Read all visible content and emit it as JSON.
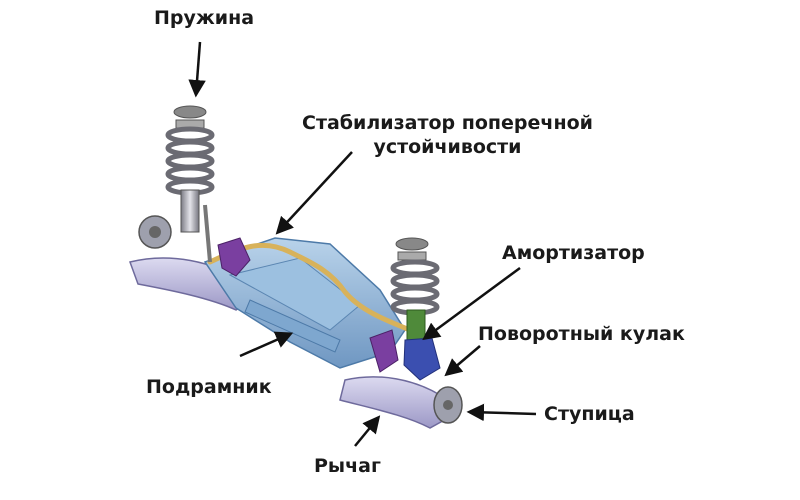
{
  "labels": {
    "spring": "Пружина",
    "stabilizer_line1": "Стабилизатор поперечной",
    "stabilizer_line2": "устойчивости",
    "shock_absorber": "Амортизатор",
    "steering_knuckle": "Поворотный кулак",
    "hub": "Ступица",
    "subframe": "Подрамник",
    "control_arm": "Рычаг"
  },
  "colors": {
    "subframe": "#8fb4d6",
    "arm": "#b9b6d8",
    "stabilizer_bar": "#d8b25a",
    "coil_spring": "#9a9aa3",
    "bracket": "#7a3fa0",
    "shock_body": "#4f8a3a",
    "knuckle": "#3b4fb0",
    "arrow": "#111111"
  }
}
